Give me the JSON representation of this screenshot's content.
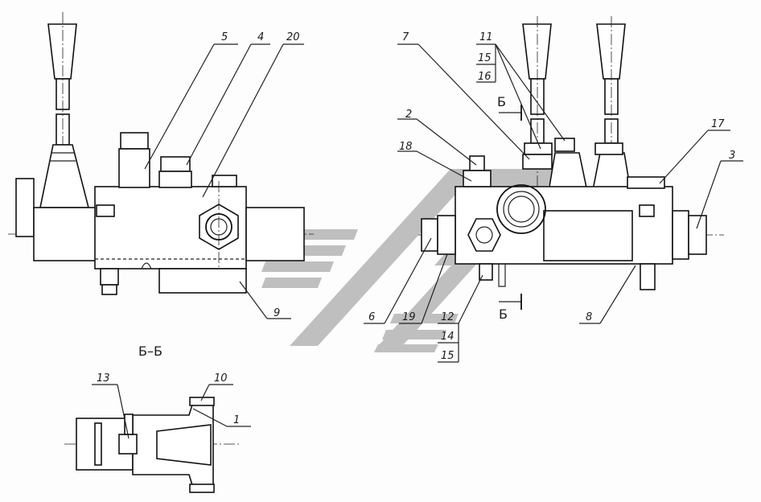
{
  "section_title": "Б–Б",
  "section_marker_top": "Б",
  "section_marker_bottom": "Б",
  "callouts": {
    "n1": "1",
    "n2": "2",
    "n3": "3",
    "n4": "4",
    "n5": "5",
    "n6": "6",
    "n7": "7",
    "n8": "8",
    "n9": "9",
    "n10": "10",
    "n11": "11",
    "n12": "12",
    "n13": "13",
    "n14": "14",
    "n15a": "15",
    "n15b": "15",
    "n16": "16",
    "n17": "17",
    "n18": "18",
    "n19": "19",
    "n20": "20"
  },
  "colors": {
    "ink": "#111111",
    "watermark": "#bfbfbf",
    "paper": "#fdfdfd"
  }
}
